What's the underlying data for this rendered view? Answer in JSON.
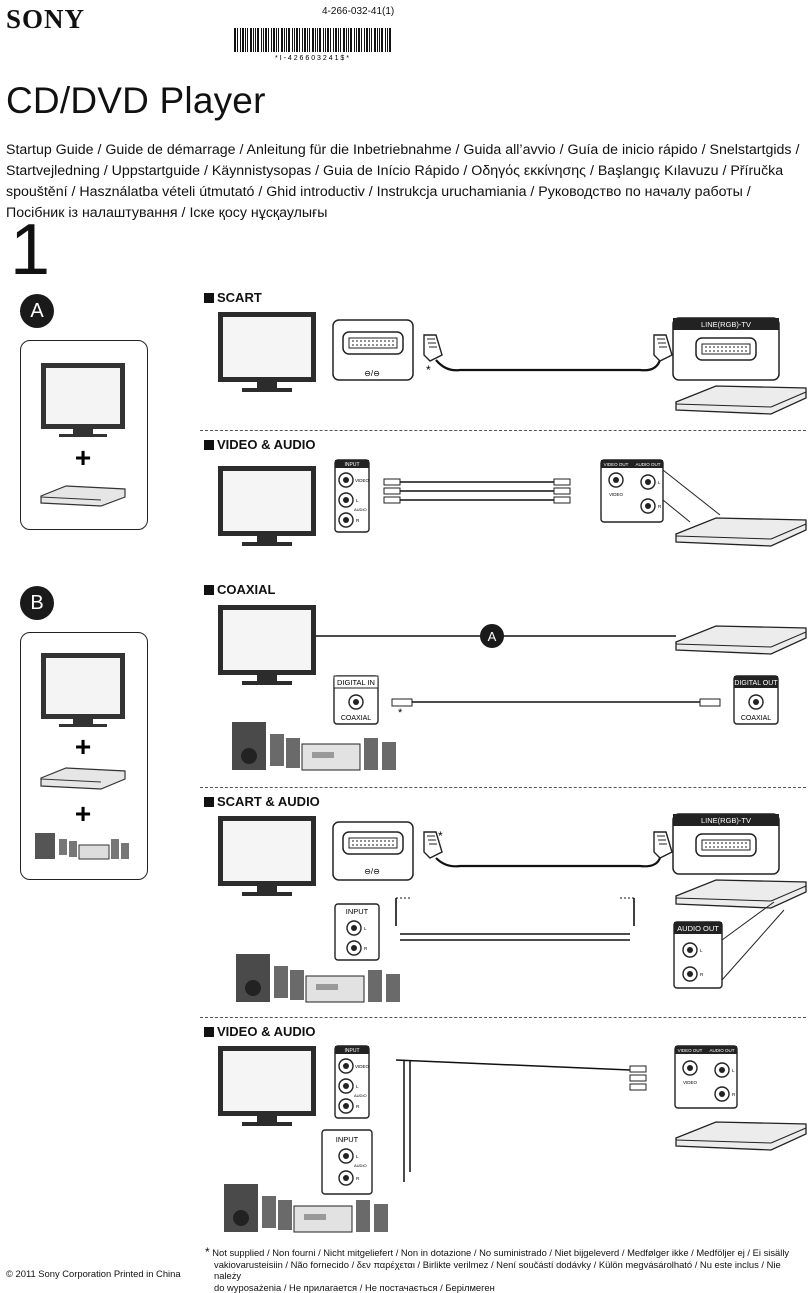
{
  "header": {
    "brand": "SONY",
    "part_number": "4-266-032-41(1)",
    "barcode_text": "* I - 4 2 6 6 0 3 2 4 1 $ *",
    "product_title": "CD/DVD Player",
    "languages": "Startup Guide / Guide de démarrage / Anleitung für die Inbetriebnahme / Guida all’avvio / Guía de inicio rápido / Snelstartgids / Startvejledning / Uppstartguide / Käynnistysopas / Guia de Início Rápido / Οδηγός εκκίνησης / Başlangıç Kılavuzu / Příručka spouštění / Használatba vételi útmutató / Ghid introductiv / Instrukcja uruchamiania / Руководство по началу работы / Посібник із налаштування / Іске қосу нұсқаулығы"
  },
  "step_number": "1",
  "options": {
    "a": "A",
    "b": "B",
    "plus": "+"
  },
  "sections": {
    "scart": "SCART",
    "video_audio": "VIDEO & AUDIO",
    "coaxial": "COAXIAL",
    "scart_audio": "SCART & AUDIO",
    "video_audio_2": "VIDEO & AUDIO"
  },
  "labels": {
    "line_rgb_tv": "LINE(RGB)-TV",
    "tv_scart_symbol": "⊖/⊖",
    "input": "INPUT",
    "video": "VIDEO",
    "audio": "AUDIO",
    "l": "L",
    "r": "R",
    "video_out": "VIDEO OUT",
    "audio_out": "AUDIO OUT",
    "digital_in": "DIGITAL IN",
    "digital_out": "DIGITAL OUT",
    "coaxial": "COAXIAL",
    "asterisk": "*",
    "cable_a": "A"
  },
  "footer": {
    "footnote_mark": "*",
    "footnote_line1": "Not supplied / Non fourni / Nicht mitgeliefert / Non in dotazione / No suministrado / Niet bijgeleverd / Medfølger ikke / Medföljer ej / Ei sisälly",
    "footnote_line2": "vakiovarusteisiin / Não fornecido / δεν παρέχεται / Birlikte verilmez / Není součástí dodávky / Külön megvásárolható / Nu este inclus / Nie należy",
    "footnote_line3": "do wyposażenia / Не прилагается / Не постачається / Берілмеген",
    "copyright": "© 2011 Sony Corporation Printed in China"
  }
}
